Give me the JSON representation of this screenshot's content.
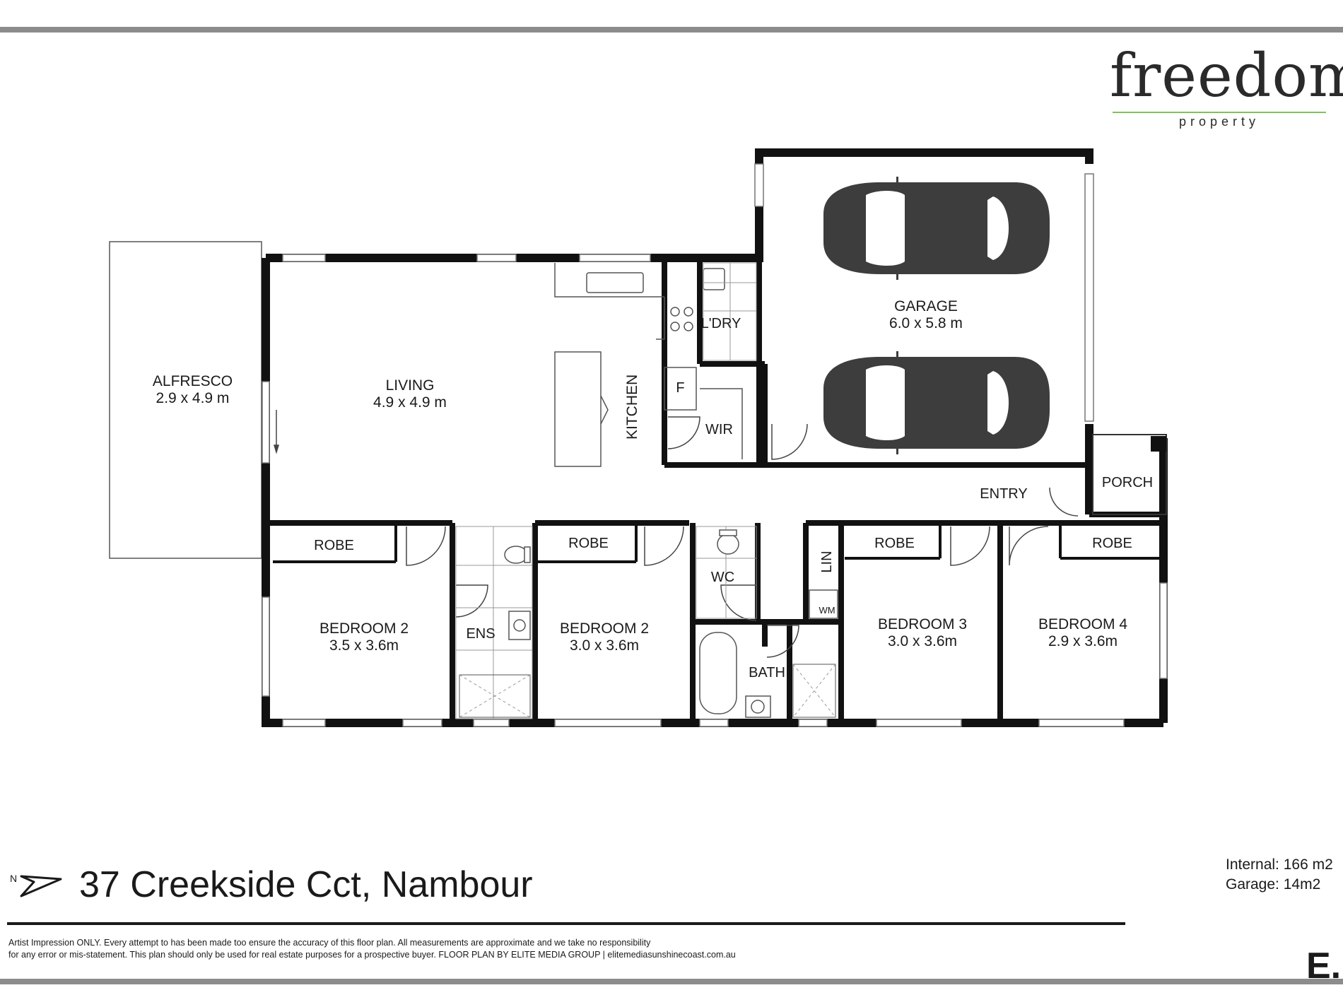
{
  "brand": {
    "name": "freedom",
    "sub": "property",
    "accent_color": "#7dc35b"
  },
  "rooms": {
    "alfresco": {
      "name": "ALFRESCO",
      "size": "2.9 x 4.9 m"
    },
    "living": {
      "name": "LIVING",
      "size": "4.9 x 4.9 m"
    },
    "kitchen": {
      "name": "KITCHEN"
    },
    "laundry": {
      "name": "L'DRY"
    },
    "fridge": {
      "name": "F"
    },
    "wir": {
      "name": "WIR"
    },
    "garage": {
      "name": "GARAGE",
      "size": "6.0 x 5.8 m"
    },
    "entry": {
      "name": "ENTRY"
    },
    "porch": {
      "name": "PORCH"
    },
    "robe_1": {
      "name": "ROBE"
    },
    "robe_2": {
      "name": "ROBE"
    },
    "robe_3": {
      "name": "ROBE"
    },
    "robe_4": {
      "name": "ROBE"
    },
    "bedroom_a": {
      "name": "BEDROOM 2",
      "size": "3.5 x  3.6m"
    },
    "ensuite": {
      "name": "ENS"
    },
    "bedroom_b": {
      "name": "BEDROOM 2",
      "size": "3.0 x 3.6m"
    },
    "wc": {
      "name": "WC"
    },
    "linen": {
      "name": "LIN"
    },
    "washing_machine": {
      "name": "WM"
    },
    "bath": {
      "name": "BATH"
    },
    "bedroom_3": {
      "name": "BEDROOM 3",
      "size": "3.0 x 3.6m"
    },
    "bedroom_4": {
      "name": "BEDROOM 4",
      "size": "2.9 x 3.6m"
    }
  },
  "address": "37 Creekside Cct, Nambour",
  "north_label": "N",
  "stats": {
    "internal": "Internal: 166 m2",
    "garage": "Garage: 14m2"
  },
  "disclaimer": {
    "line1": "Artist Impression ONLY. Every attempt to has been made too ensure the accuracy of this floor plan. All measurements are approximate and we take no responsibility",
    "line2": "for any error or mis-statement. This plan should only be used for real estate purposes for a prospective buyer. FLOOR PLAN BY ELITE MEDIA GROUP | elitemediasunshinecoast.com.au"
  },
  "media_logo": "E."
}
